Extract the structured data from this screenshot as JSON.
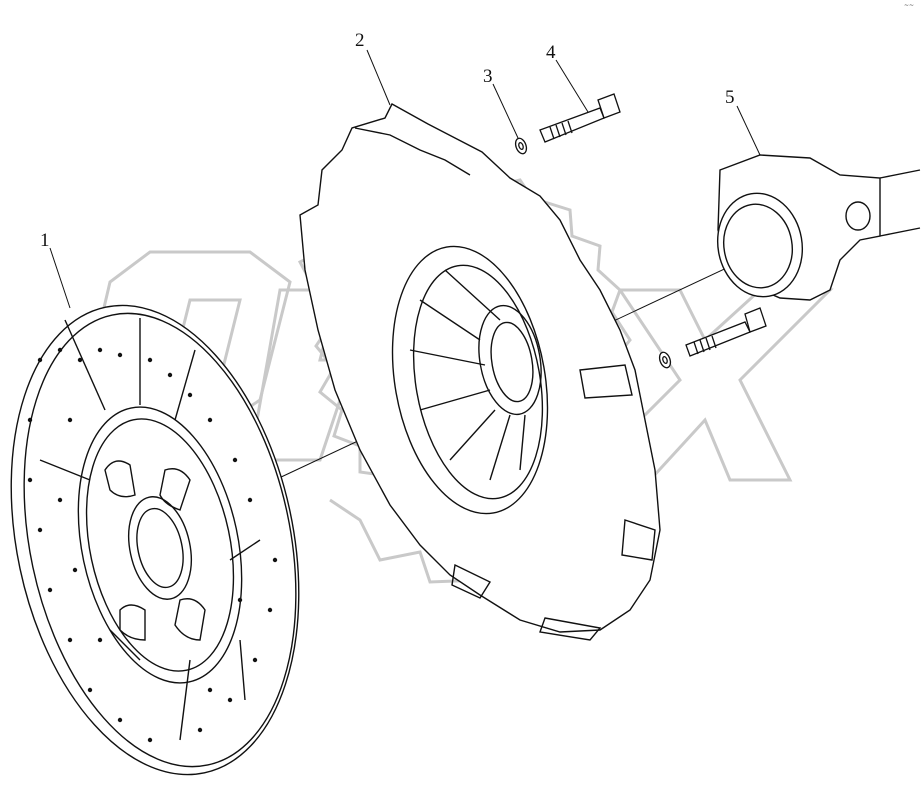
{
  "diagram": {
    "watermark_text": "OPEX",
    "callouts": [
      {
        "number": "1",
        "part": "clutch-disc"
      },
      {
        "number": "2",
        "part": "pressure-plate"
      },
      {
        "number": "3",
        "part": "washer"
      },
      {
        "number": "4",
        "part": "bolt"
      },
      {
        "number": "5",
        "part": "release-bearing"
      }
    ],
    "corner_mark": "~~"
  },
  "colors": {
    "line": "#111111",
    "watermark": "#c9c9c9",
    "background": "#ffffff"
  }
}
